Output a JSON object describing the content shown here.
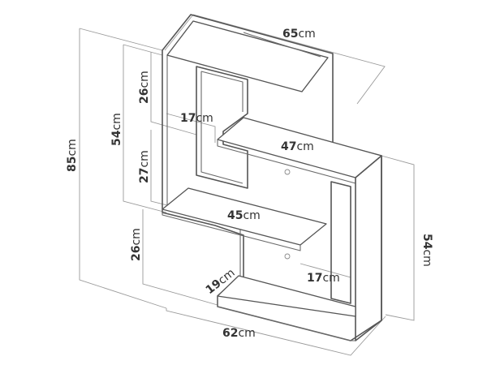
{
  "unit": "cm",
  "dimensions": {
    "top_width": "65",
    "total_height": "85",
    "upper_height": "54",
    "upper_section": "26",
    "middle_section": "27",
    "lower_section": "26",
    "shelf_upper_depth": "17",
    "shelf_upper_width": "47",
    "shelf_middle_width": "45",
    "shelf_lower_depth": "17",
    "bottom_depth": "19",
    "bottom_width": "62",
    "right_height": "54"
  },
  "colors": {
    "outline": "#555555",
    "dimension_line": "#9a9a9a",
    "text": "#333333"
  }
}
